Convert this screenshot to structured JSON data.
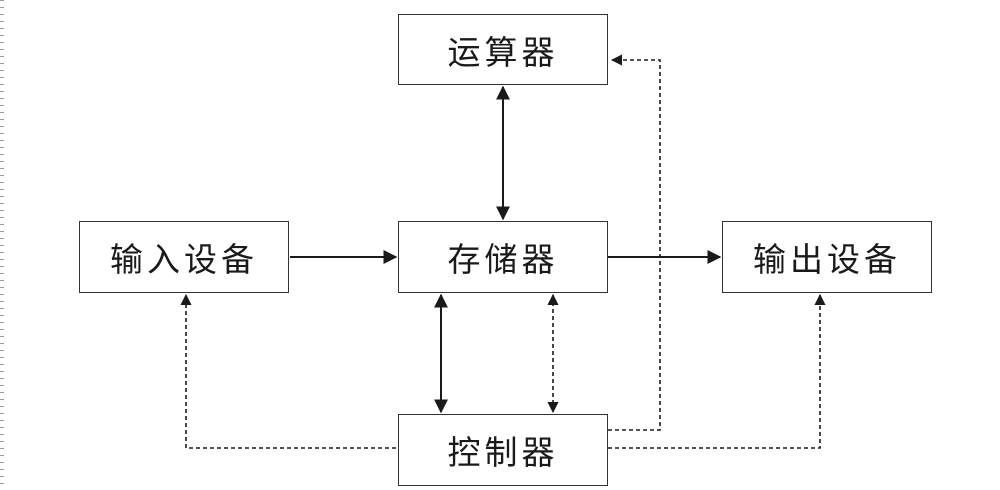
{
  "diagram": {
    "nodes": {
      "alu": "运算器",
      "memory": "存储器",
      "input": "输入设备",
      "output": "输出设备",
      "controller": "控制器"
    },
    "line_color": "#1a1a1a"
  }
}
